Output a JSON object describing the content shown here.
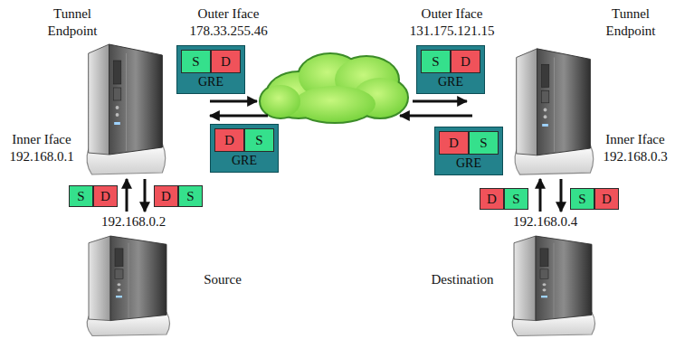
{
  "diagram": {
    "nodes": [
      {
        "text": [
          "Tunnel Endpoint"
        ]
      },
      {
        "text": [
          "GRE"
        ]
      },
      {
        "text": [
          "S"
        ],
        "in": 1
      },
      {
        "text": [
          "D"
        ],
        "in": 1
      },
      {
        "text": [
          "GRE"
        ]
      },
      {
        "text": [
          "S"
        ],
        "in": 4
      },
      {
        "text": [
          "D"
        ],
        "in": 4
      },
      {
        "text": [
          "Tunnel Endpoint"
        ]
      },
      {
        "text": [
          "GRE"
        ]
      },
      {
        "text": [
          "D"
        ],
        "in": 8
      },
      {
        "text": [
          "S"
        ],
        "in": 8
      },
      {
        "text": [
          "GRE"
        ]
      },
      {
        "text": [
          "D"
        ],
        "in": 11
      },
      {
        "text": [
          "S"
        ],
        "in": 11
      },
      {
        "text": [
          "S"
        ]
      },
      {
        "text": [
          "D"
        ]
      },
      {
        "text": [
          "D"
        ]
      },
      {
        "text": [
          "S"
        ]
      },
      {
        "text": [
          "D"
        ]
      },
      {
        "text": [
          "S"
        ]
      },
      {
        "text": [
          "S"
        ]
      },
      {
        "text": [
          "D"
        ]
      },
      {
        "text": [
          "192.168.0.2",
          "Source"
        ]
      },
      {
        "text": [
          "192.168.0.4",
          "Destination"
        ]
      }
    ],
    "edges": [
      {
        "from": 22,
        "to": 0,
        "arrow": "to"
      },
      {
        "from": 0,
        "to": 22,
        "arrow": "to"
      },
      {
        "from": 23,
        "to": 7,
        "arrow": "to"
      },
      {
        "from": 7,
        "to": 23,
        "arrow": "to"
      }
    ],
    "labels": [
      "Outer Iface 178.33.255.46",
      "Outer Iface 131.175.121.15",
      "Inner Iface 192.168.0.1",
      "Inner Iface 192.168.0.3"
    ]
  }
}
